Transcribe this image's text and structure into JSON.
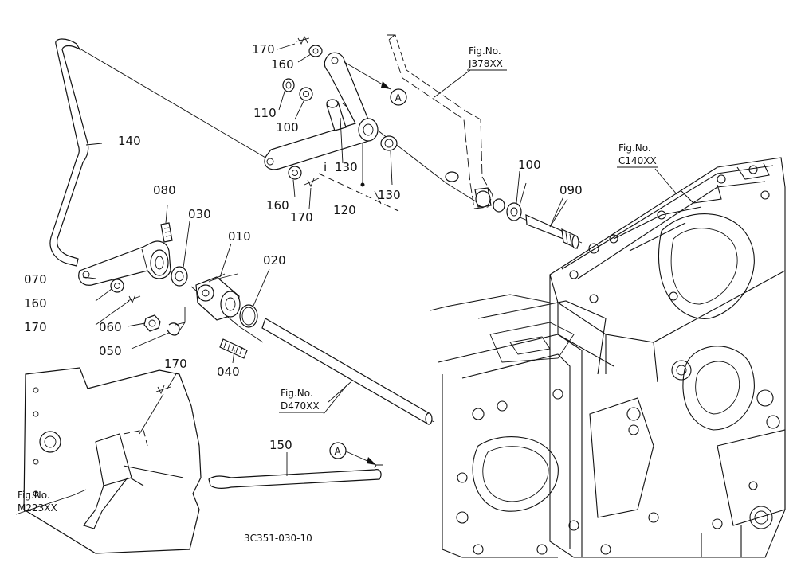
{
  "callouts": {
    "p170a": "170",
    "p160a": "160",
    "p110": "110",
    "p100a": "100",
    "p130a": "130",
    "p130b": "130",
    "p160b": "160",
    "p170b": "170",
    "p120": "120",
    "p140": "140",
    "p080": "080",
    "p030": "030",
    "p010": "010",
    "p020": "020",
    "p070": "070",
    "p160c": "160",
    "p170c": "170",
    "p060": "060",
    "p050": "050",
    "p040": "040",
    "p100b": "100",
    "p090": "090",
    "p170d": "170",
    "p150": "150"
  },
  "refs": {
    "j378": {
      "line1": "Fig.No.",
      "line2": "J378XX"
    },
    "c140": {
      "line1": "Fig.No.",
      "line2": "C140XX"
    },
    "d470": {
      "line1": "Fig.No.",
      "line2": "D470XX"
    },
    "m223": {
      "line1": "Fig.No.",
      "line2": "M223XX"
    }
  },
  "markers": {
    "a1": "A",
    "a2": "A",
    "i_mark": "i"
  },
  "footer": {
    "drawing_code": "3C351-030-10"
  }
}
